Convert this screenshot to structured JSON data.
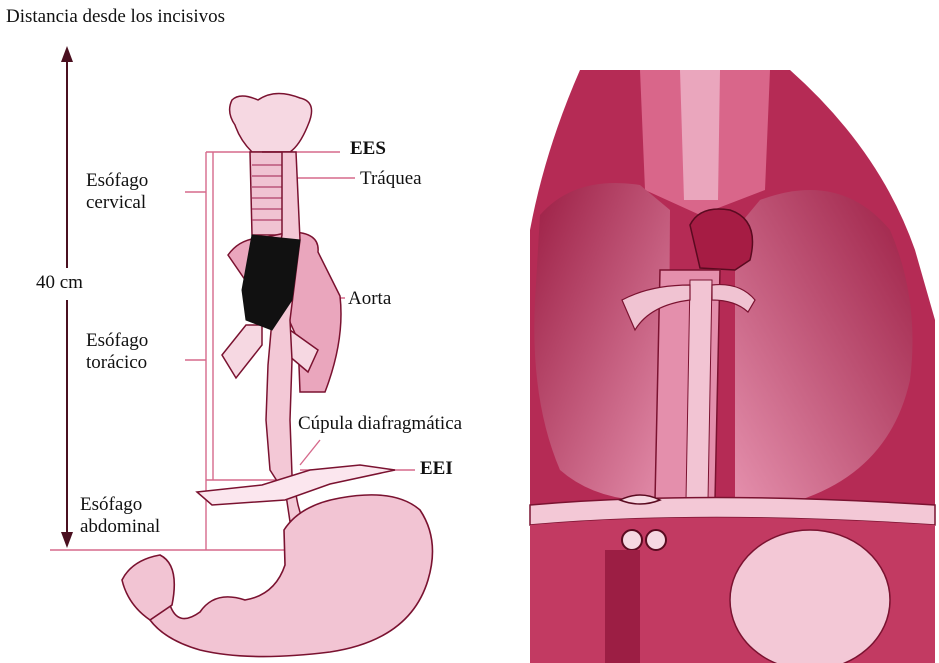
{
  "diagram": {
    "distance_label": "Distancia desde los incisivos",
    "length_label": "40 cm",
    "segments": {
      "cervical": [
        "Esófago",
        "cervical"
      ],
      "thoracic": [
        "Esófago",
        "torácico"
      ],
      "abdominal": [
        "Esófago",
        "abdominal"
      ]
    },
    "structures": {
      "ees": "EES",
      "trachea": "Tráquea",
      "aorta": "Aorta",
      "diaphragm": "Cúpula diafragmática",
      "eei": "EEI"
    }
  },
  "colors": {
    "illustration_magenta": "#c03a62",
    "illustration_light": "#eaa6bd",
    "illustration_dark": "#7a1230",
    "line_pink": "#d66a8c",
    "stomach_fill": "#f2c4d3",
    "ink": "#111111"
  }
}
